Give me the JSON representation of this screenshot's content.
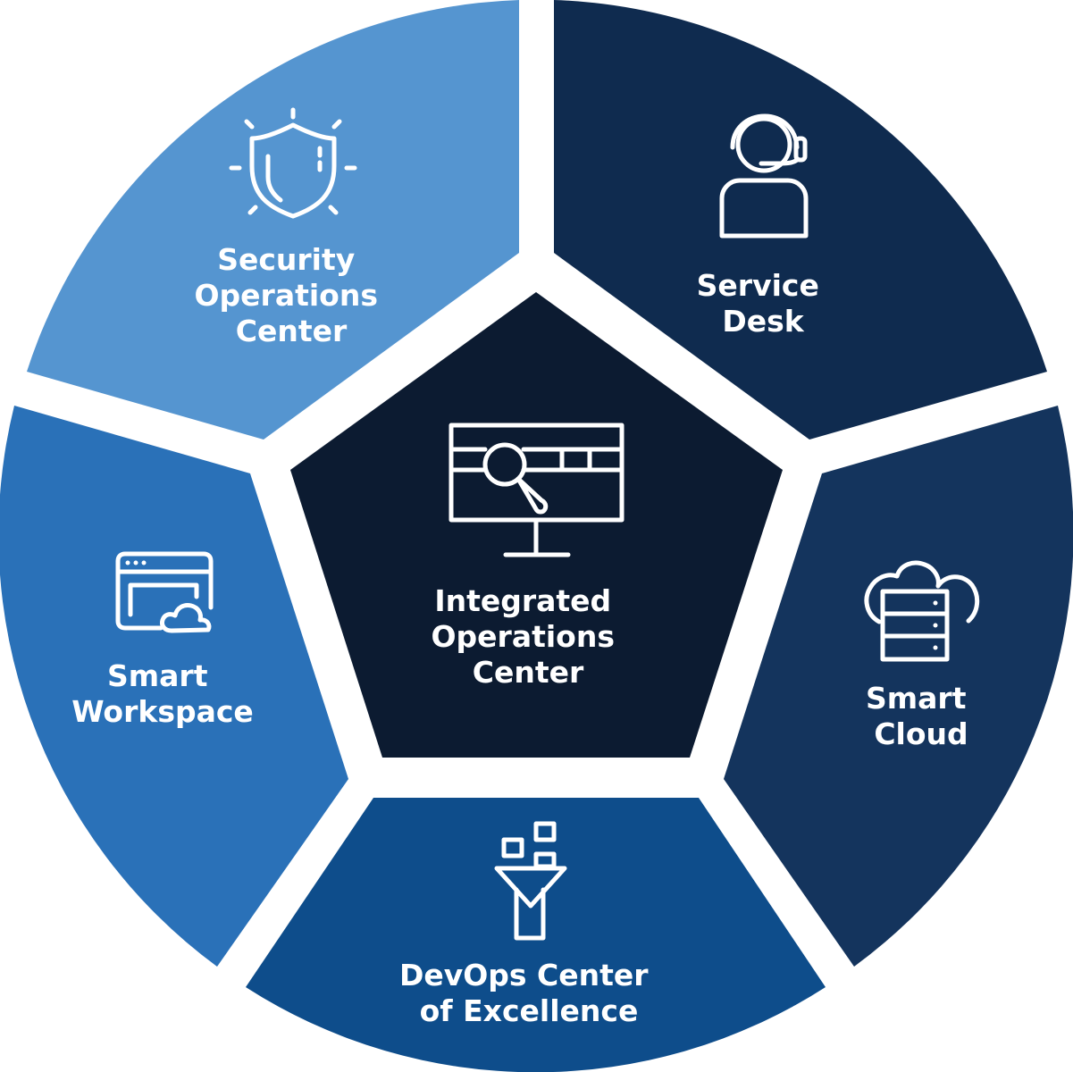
{
  "center": {
    "lines": [
      "Integrated",
      "Operations",
      "Center"
    ],
    "color": "#0c1b31",
    "icon": "monitor-search-icon"
  },
  "segments": [
    {
      "id": "security",
      "lines": [
        "Security",
        "Operations",
        "Center"
      ],
      "color": "#5595d0",
      "icon": "shield-icon"
    },
    {
      "id": "service-desk",
      "lines": [
        "Service",
        "Desk"
      ],
      "color": "#0f2b4f",
      "icon": "headset-user-icon"
    },
    {
      "id": "smart-cloud",
      "lines": [
        "Smart",
        "Cloud"
      ],
      "color": "#14345d",
      "icon": "cloud-server-icon"
    },
    {
      "id": "devops",
      "lines": [
        "DevOps Center",
        "of Excellence"
      ],
      "color": "#0e4d8b",
      "icon": "funnel-icon"
    },
    {
      "id": "smart-workspace",
      "lines": [
        "Smart",
        "Workspace"
      ],
      "color": "#2a71b8",
      "icon": "browser-cloud-icon"
    }
  ]
}
